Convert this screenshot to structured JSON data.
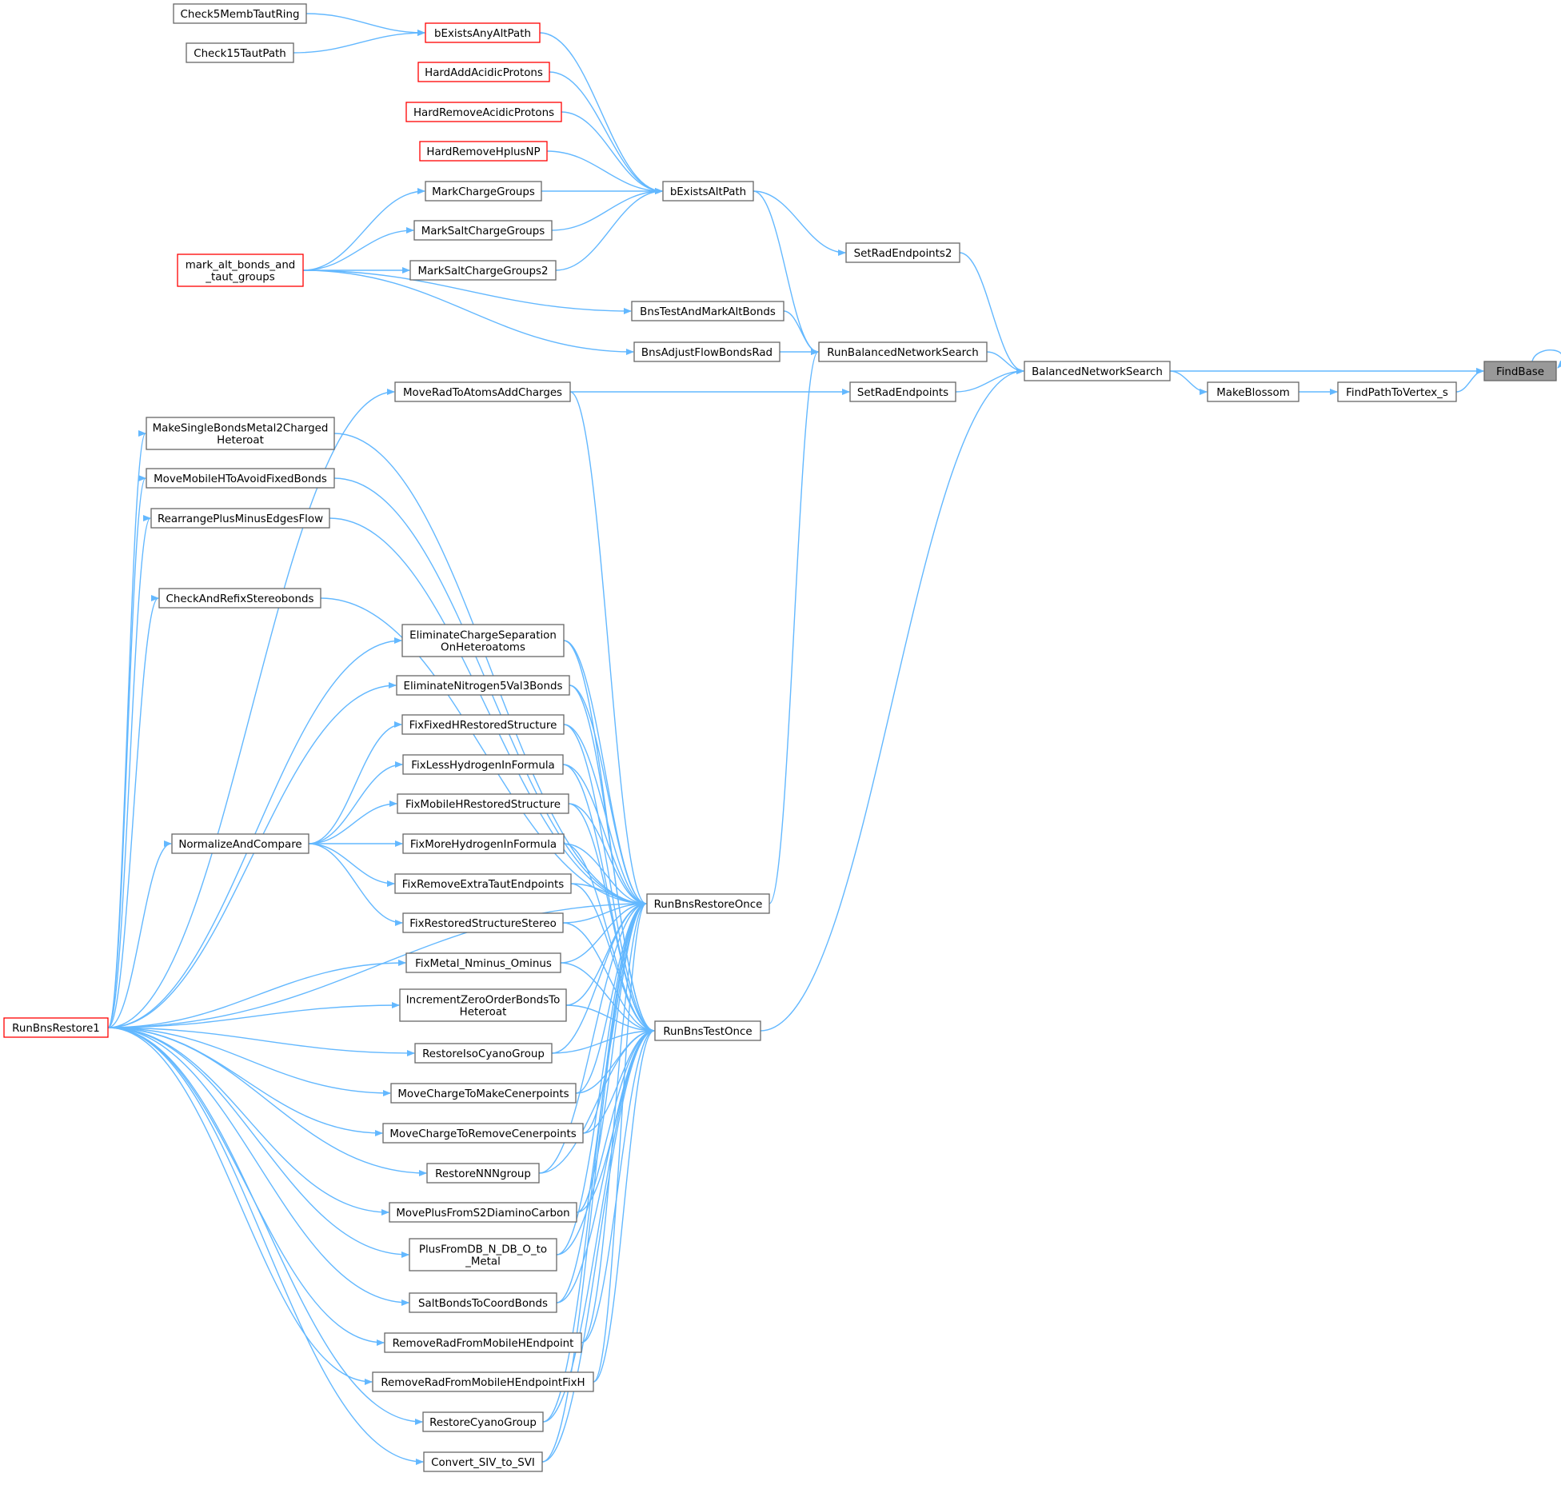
{
  "graph": {
    "title": "",
    "colors": {
      "edge": "#63b8ff",
      "node_border": "#666666",
      "highlight_border": "#ff0000",
      "current_fill": "#999999",
      "background": "#ffffff"
    },
    "nodes": [
      {
        "id": "FindBase",
        "label": [
          "FindBase"
        ],
        "style": "current"
      },
      {
        "id": "BalancedNetworkSearch",
        "label": [
          "BalancedNetworkSearch"
        ],
        "style": "normal"
      },
      {
        "id": "FindPathToVertex_s",
        "label": [
          "FindPathToVertex_s"
        ],
        "style": "normal"
      },
      {
        "id": "MakeBlossom",
        "label": [
          "MakeBlossom"
        ],
        "style": "normal"
      },
      {
        "id": "RunBalancedNetworkSearch",
        "label": [
          "RunBalancedNetworkSearch"
        ],
        "style": "normal"
      },
      {
        "id": "SetRadEndpoints2",
        "label": [
          "SetRadEndpoints2"
        ],
        "style": "normal"
      },
      {
        "id": "SetRadEndpoints",
        "label": [
          "SetRadEndpoints"
        ],
        "style": "normal"
      },
      {
        "id": "RunBnsTestOnce",
        "label": [
          "RunBnsTestOnce"
        ],
        "style": "normal"
      },
      {
        "id": "bExistsAltPath",
        "label": [
          "bExistsAltPath"
        ],
        "style": "normal"
      },
      {
        "id": "BnsTestAndMarkAltBonds",
        "label": [
          "BnsTestAndMarkAltBonds"
        ],
        "style": "normal"
      },
      {
        "id": "BnsAdjustFlowBondsRad",
        "label": [
          "BnsAdjustFlowBondsRad"
        ],
        "style": "normal"
      },
      {
        "id": "RunBnsRestoreOnce",
        "label": [
          "RunBnsRestoreOnce"
        ],
        "style": "normal"
      },
      {
        "id": "bExistsAnyAltPath",
        "label": [
          "bExistsAnyAltPath"
        ],
        "style": "red"
      },
      {
        "id": "HardAddAcidicProtons",
        "label": [
          "HardAddAcidicProtons"
        ],
        "style": "red"
      },
      {
        "id": "HardRemoveAcidicProtons",
        "label": [
          "HardRemoveAcidicProtons"
        ],
        "style": "red"
      },
      {
        "id": "HardRemoveHplusNP",
        "label": [
          "HardRemoveHplusNP"
        ],
        "style": "red"
      },
      {
        "id": "MarkChargeGroups",
        "label": [
          "MarkChargeGroups"
        ],
        "style": "normal"
      },
      {
        "id": "MarkSaltChargeGroups",
        "label": [
          "MarkSaltChargeGroups"
        ],
        "style": "normal"
      },
      {
        "id": "MarkSaltChargeGroups2",
        "label": [
          "MarkSaltChargeGroups2"
        ],
        "style": "normal"
      },
      {
        "id": "Check5MembTautRing",
        "label": [
          "Check5MembTautRing"
        ],
        "style": "normal"
      },
      {
        "id": "Check15TautPath",
        "label": [
          "Check15TautPath"
        ],
        "style": "normal"
      },
      {
        "id": "mark_alt_bonds",
        "label": [
          "mark_alt_bonds_and",
          "_taut_groups"
        ],
        "style": "red"
      },
      {
        "id": "MoveRadToAtomsAddCharges",
        "label": [
          "MoveRadToAtomsAddCharges"
        ],
        "style": "normal"
      },
      {
        "id": "MakeSingleBondsMetal2ChargedHeteroat",
        "label": [
          "MakeSingleBondsMetal2Charged",
          "Heteroat"
        ],
        "style": "normal"
      },
      {
        "id": "MoveMobileHToAvoidFixedBonds",
        "label": [
          "MoveMobileHToAvoidFixedBonds"
        ],
        "style": "normal"
      },
      {
        "id": "RearrangePlusMinusEdgesFlow",
        "label": [
          "RearrangePlusMinusEdgesFlow"
        ],
        "style": "normal"
      },
      {
        "id": "CheckAndRefixStereobonds",
        "label": [
          "CheckAndRefixStereobonds"
        ],
        "style": "normal"
      },
      {
        "id": "EliminateChargeSeparationOnHeteroatoms",
        "label": [
          "EliminateChargeSeparation",
          "OnHeteroatoms"
        ],
        "style": "normal"
      },
      {
        "id": "EliminateNitrogen5Val3Bonds",
        "label": [
          "EliminateNitrogen5Val3Bonds"
        ],
        "style": "normal"
      },
      {
        "id": "FixFixedHRestoredStructure",
        "label": [
          "FixFixedHRestoredStructure"
        ],
        "style": "normal"
      },
      {
        "id": "FixLessHydrogenInFormula",
        "label": [
          "FixLessHydrogenInFormula"
        ],
        "style": "normal"
      },
      {
        "id": "FixMobileHRestoredStructure",
        "label": [
          "FixMobileHRestoredStructure"
        ],
        "style": "normal"
      },
      {
        "id": "FixMoreHydrogenInFormula",
        "label": [
          "FixMoreHydrogenInFormula"
        ],
        "style": "normal"
      },
      {
        "id": "FixRemoveExtraTautEndpoints",
        "label": [
          "FixRemoveExtraTautEndpoints"
        ],
        "style": "normal"
      },
      {
        "id": "FixRestoredStructureStereo",
        "label": [
          "FixRestoredStructureStereo"
        ],
        "style": "normal"
      },
      {
        "id": "FixMetal_Nminus_Ominus",
        "label": [
          "FixMetal_Nminus_Ominus"
        ],
        "style": "normal"
      },
      {
        "id": "IncrementZeroOrderBondsToHeteroat",
        "label": [
          "IncrementZeroOrderBondsTo",
          "Heteroat"
        ],
        "style": "normal"
      },
      {
        "id": "RestoreIsoCyanoGroup",
        "label": [
          "RestoreIsoCyanoGroup"
        ],
        "style": "normal"
      },
      {
        "id": "MoveChargeToMakeCenerpoints",
        "label": [
          "MoveChargeToMakeCenerpoints"
        ],
        "style": "normal"
      },
      {
        "id": "MoveChargeToRemoveCenerpoints",
        "label": [
          "MoveChargeToRemoveCenerpoints"
        ],
        "style": "normal"
      },
      {
        "id": "RestoreNNNgroup",
        "label": [
          "RestoreNNNgroup"
        ],
        "style": "normal"
      },
      {
        "id": "MovePlusFromS2DiaminoCarbon",
        "label": [
          "MovePlusFromS2DiaminoCarbon"
        ],
        "style": "normal"
      },
      {
        "id": "PlusFromDB_N_DB_O_to_Metal",
        "label": [
          "PlusFromDB_N_DB_O_to",
          "_Metal"
        ],
        "style": "normal"
      },
      {
        "id": "SaltBondsToCoordBonds",
        "label": [
          "SaltBondsToCoordBonds"
        ],
        "style": "normal"
      },
      {
        "id": "RemoveRadFromMobileHEndpoint",
        "label": [
          "RemoveRadFromMobileHEndpoint"
        ],
        "style": "normal"
      },
      {
        "id": "RemoveRadFromMobileHEndpointFixH",
        "label": [
          "RemoveRadFromMobileHEndpointFixH"
        ],
        "style": "normal"
      },
      {
        "id": "RestoreCyanoGroup",
        "label": [
          "RestoreCyanoGroup"
        ],
        "style": "normal"
      },
      {
        "id": "Convert_SIV_to_SVI",
        "label": [
          "Convert_SIV_to_SVI"
        ],
        "style": "normal"
      },
      {
        "id": "NormalizeAndCompare",
        "label": [
          "NormalizeAndCompare"
        ],
        "style": "normal"
      },
      {
        "id": "RunBnsRestore1",
        "label": [
          "RunBnsRestore1"
        ],
        "style": "red"
      }
    ],
    "edges": [
      [
        "FindBase",
        "FindBase"
      ],
      [
        "BalancedNetworkSearch",
        "FindBase"
      ],
      [
        "FindPathToVertex_s",
        "FindBase"
      ],
      [
        "MakeBlossom",
        "FindPathToVertex_s"
      ],
      [
        "BalancedNetworkSearch",
        "MakeBlossom"
      ],
      [
        "RunBalancedNetworkSearch",
        "BalancedNetworkSearch"
      ],
      [
        "SetRadEndpoints2",
        "BalancedNetworkSearch"
      ],
      [
        "SetRadEndpoints",
        "BalancedNetworkSearch"
      ],
      [
        "RunBnsTestOnce",
        "BalancedNetworkSearch"
      ],
      [
        "bExistsAltPath",
        "SetRadEndpoints2"
      ],
      [
        "bExistsAltPath",
        "RunBalancedNetworkSearch"
      ],
      [
        "BnsTestAndMarkAltBonds",
        "RunBalancedNetworkSearch"
      ],
      [
        "BnsAdjustFlowBondsRad",
        "RunBalancedNetworkSearch"
      ],
      [
        "RunBnsRestoreOnce",
        "RunBalancedNetworkSearch"
      ],
      [
        "MoveRadToAtomsAddCharges",
        "SetRadEndpoints"
      ],
      [
        "bExistsAnyAltPath",
        "bExistsAltPath"
      ],
      [
        "HardAddAcidicProtons",
        "bExistsAltPath"
      ],
      [
        "HardRemoveAcidicProtons",
        "bExistsAltPath"
      ],
      [
        "HardRemoveHplusNP",
        "bExistsAltPath"
      ],
      [
        "MarkChargeGroups",
        "bExistsAltPath"
      ],
      [
        "MarkSaltChargeGroups",
        "bExistsAltPath"
      ],
      [
        "MarkSaltChargeGroups2",
        "bExistsAltPath"
      ],
      [
        "Check5MembTautRing",
        "bExistsAnyAltPath"
      ],
      [
        "Check15TautPath",
        "bExistsAnyAltPath"
      ],
      [
        "mark_alt_bonds",
        "MarkChargeGroups"
      ],
      [
        "mark_alt_bonds",
        "MarkSaltChargeGroups"
      ],
      [
        "mark_alt_bonds",
        "MarkSaltChargeGroups2"
      ],
      [
        "mark_alt_bonds",
        "BnsTestAndMarkAltBonds"
      ],
      [
        "mark_alt_bonds",
        "BnsAdjustFlowBondsRad"
      ],
      [
        "RunBnsRestore1",
        "MoveRadToAtomsAddCharges"
      ],
      [
        "RunBnsRestore1",
        "MakeSingleBondsMetal2ChargedHeteroat"
      ],
      [
        "RunBnsRestore1",
        "MoveMobileHToAvoidFixedBonds"
      ],
      [
        "RunBnsRestore1",
        "RearrangePlusMinusEdgesFlow"
      ],
      [
        "RunBnsRestore1",
        "CheckAndRefixStereobonds"
      ],
      [
        "RunBnsRestore1",
        "EliminateChargeSeparationOnHeteroatoms"
      ],
      [
        "RunBnsRestore1",
        "EliminateNitrogen5Val3Bonds"
      ],
      [
        "RunBnsRestore1",
        "NormalizeAndCompare"
      ],
      [
        "RunBnsRestore1",
        "FixMetal_Nminus_Ominus"
      ],
      [
        "RunBnsRestore1",
        "IncrementZeroOrderBondsToHeteroat"
      ],
      [
        "RunBnsRestore1",
        "RestoreIsoCyanoGroup"
      ],
      [
        "RunBnsRestore1",
        "MoveChargeToMakeCenerpoints"
      ],
      [
        "RunBnsRestore1",
        "MoveChargeToRemoveCenerpoints"
      ],
      [
        "RunBnsRestore1",
        "RestoreNNNgroup"
      ],
      [
        "RunBnsRestore1",
        "MovePlusFromS2DiaminoCarbon"
      ],
      [
        "RunBnsRestore1",
        "PlusFromDB_N_DB_O_to_Metal"
      ],
      [
        "RunBnsRestore1",
        "SaltBondsToCoordBonds"
      ],
      [
        "RunBnsRestore1",
        "RemoveRadFromMobileHEndpoint"
      ],
      [
        "RunBnsRestore1",
        "RemoveRadFromMobileHEndpointFixH"
      ],
      [
        "RunBnsRestore1",
        "RestoreCyanoGroup"
      ],
      [
        "RunBnsRestore1",
        "Convert_SIV_to_SVI"
      ],
      [
        "NormalizeAndCompare",
        "FixFixedHRestoredStructure"
      ],
      [
        "NormalizeAndCompare",
        "FixLessHydrogenInFormula"
      ],
      [
        "NormalizeAndCompare",
        "FixMobileHRestoredStructure"
      ],
      [
        "NormalizeAndCompare",
        "FixMoreHydrogenInFormula"
      ],
      [
        "NormalizeAndCompare",
        "FixRemoveExtraTautEndpoints"
      ],
      [
        "NormalizeAndCompare",
        "FixRestoredStructureStereo"
      ],
      [
        "MoveRadToAtomsAddCharges",
        "RunBnsRestoreOnce"
      ],
      [
        "MakeSingleBondsMetal2ChargedHeteroat",
        "RunBnsRestoreOnce"
      ],
      [
        "MoveMobileHToAvoidFixedBonds",
        "RunBnsRestoreOnce"
      ],
      [
        "RearrangePlusMinusEdgesFlow",
        "RunBnsRestoreOnce"
      ],
      [
        "RunBnsRestore1",
        "RunBnsRestoreOnce"
      ],
      [
        "CheckAndRefixStereobonds",
        "RunBnsRestoreOnce"
      ],
      [
        "EliminateChargeSeparationOnHeteroatoms",
        "RunBnsRestoreOnce"
      ],
      [
        "EliminateNitrogen5Val3Bonds",
        "RunBnsRestoreOnce"
      ],
      [
        "FixFixedHRestoredStructure",
        "RunBnsRestoreOnce"
      ],
      [
        "FixLessHydrogenInFormula",
        "RunBnsRestoreOnce"
      ],
      [
        "FixMobileHRestoredStructure",
        "RunBnsRestoreOnce"
      ],
      [
        "FixMoreHydrogenInFormula",
        "RunBnsRestoreOnce"
      ],
      [
        "FixRemoveExtraTautEndpoints",
        "RunBnsRestoreOnce"
      ],
      [
        "FixRestoredStructureStereo",
        "RunBnsRestoreOnce"
      ],
      [
        "FixMetal_Nminus_Ominus",
        "RunBnsRestoreOnce"
      ],
      [
        "IncrementZeroOrderBondsToHeteroat",
        "RunBnsRestoreOnce"
      ],
      [
        "RestoreIsoCyanoGroup",
        "RunBnsRestoreOnce"
      ],
      [
        "MoveChargeToMakeCenerpoints",
        "RunBnsRestoreOnce"
      ],
      [
        "MoveChargeToRemoveCenerpoints",
        "RunBnsRestoreOnce"
      ],
      [
        "RestoreNNNgroup",
        "RunBnsRestoreOnce"
      ],
      [
        "MovePlusFromS2DiaminoCarbon",
        "RunBnsRestoreOnce"
      ],
      [
        "PlusFromDB_N_DB_O_to_Metal",
        "RunBnsRestoreOnce"
      ],
      [
        "SaltBondsToCoordBonds",
        "RunBnsRestoreOnce"
      ],
      [
        "RemoveRadFromMobileHEndpoint",
        "RunBnsRestoreOnce"
      ],
      [
        "RemoveRadFromMobileHEndpointFixH",
        "RunBnsRestoreOnce"
      ],
      [
        "RestoreCyanoGroup",
        "RunBnsRestoreOnce"
      ],
      [
        "Convert_SIV_to_SVI",
        "RunBnsRestoreOnce"
      ],
      [
        "EliminateChargeSeparationOnHeteroatoms",
        "RunBnsTestOnce"
      ],
      [
        "EliminateNitrogen5Val3Bonds",
        "RunBnsTestOnce"
      ],
      [
        "FixFixedHRestoredStructure",
        "RunBnsTestOnce"
      ],
      [
        "FixLessHydrogenInFormula",
        "RunBnsTestOnce"
      ],
      [
        "FixMobileHRestoredStructure",
        "RunBnsTestOnce"
      ],
      [
        "FixMoreHydrogenInFormula",
        "RunBnsTestOnce"
      ],
      [
        "FixRemoveExtraTautEndpoints",
        "RunBnsTestOnce"
      ],
      [
        "FixRestoredStructureStereo",
        "RunBnsTestOnce"
      ],
      [
        "FixMetal_Nminus_Ominus",
        "RunBnsTestOnce"
      ],
      [
        "IncrementZeroOrderBondsToHeteroat",
        "RunBnsTestOnce"
      ],
      [
        "RestoreIsoCyanoGroup",
        "RunBnsTestOnce"
      ],
      [
        "MoveChargeToMakeCenerpoints",
        "RunBnsTestOnce"
      ],
      [
        "MoveChargeToRemoveCenerpoints",
        "RunBnsTestOnce"
      ],
      [
        "RestoreNNNgroup",
        "RunBnsTestOnce"
      ],
      [
        "MovePlusFromS2DiaminoCarbon",
        "RunBnsTestOnce"
      ],
      [
        "PlusFromDB_N_DB_O_to_Metal",
        "RunBnsTestOnce"
      ],
      [
        "SaltBondsToCoordBonds",
        "RunBnsTestOnce"
      ],
      [
        "RemoveRadFromMobileHEndpoint",
        "RunBnsTestOnce"
      ],
      [
        "RemoveRadFromMobileHEndpointFixH",
        "RunBnsTestOnce"
      ],
      [
        "RestoreCyanoGroup",
        "RunBnsTestOnce"
      ],
      [
        "Convert_SIV_to_SVI",
        "RunBnsTestOnce"
      ]
    ]
  }
}
